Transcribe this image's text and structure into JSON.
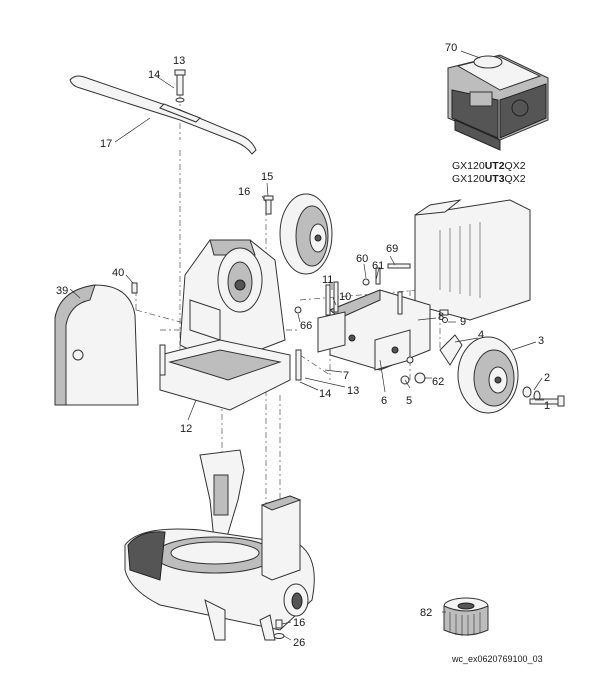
{
  "callouts": [
    {
      "id": "c13a",
      "text": "13"
    },
    {
      "id": "c14a",
      "text": "14"
    },
    {
      "id": "c17",
      "text": "17"
    },
    {
      "id": "c70",
      "text": "70"
    },
    {
      "id": "c15",
      "text": "15"
    },
    {
      "id": "c16a",
      "text": "16"
    },
    {
      "id": "c40",
      "text": "40"
    },
    {
      "id": "c39",
      "text": "39"
    },
    {
      "id": "c69",
      "text": "69"
    },
    {
      "id": "c60",
      "text": "60"
    },
    {
      "id": "c61",
      "text": "61"
    },
    {
      "id": "c11",
      "text": "11"
    },
    {
      "id": "c10",
      "text": "10"
    },
    {
      "id": "c66",
      "text": "66"
    },
    {
      "id": "c8",
      "text": "8"
    },
    {
      "id": "c9",
      "text": "9"
    },
    {
      "id": "c4",
      "text": "4"
    },
    {
      "id": "c3",
      "text": "3"
    },
    {
      "id": "c7",
      "text": "7"
    },
    {
      "id": "c13b",
      "text": "13"
    },
    {
      "id": "c14b",
      "text": "14"
    },
    {
      "id": "c62",
      "text": "62"
    },
    {
      "id": "c2",
      "text": "2"
    },
    {
      "id": "c1",
      "text": "1"
    },
    {
      "id": "c6",
      "text": "6"
    },
    {
      "id": "c5",
      "text": "5"
    },
    {
      "id": "c12",
      "text": "12"
    },
    {
      "id": "c82",
      "text": "82"
    },
    {
      "id": "c16b",
      "text": "16"
    },
    {
      "id": "c26",
      "text": "26"
    }
  ],
  "models": {
    "line1_prefix": "GX120",
    "line1_bold": "UT2",
    "line1_suffix": "QX2",
    "line2_prefix": "GX120",
    "line2_bold": "UT3",
    "line2_suffix": "QX2"
  },
  "figure_code": "wc_ex0620769100_03"
}
